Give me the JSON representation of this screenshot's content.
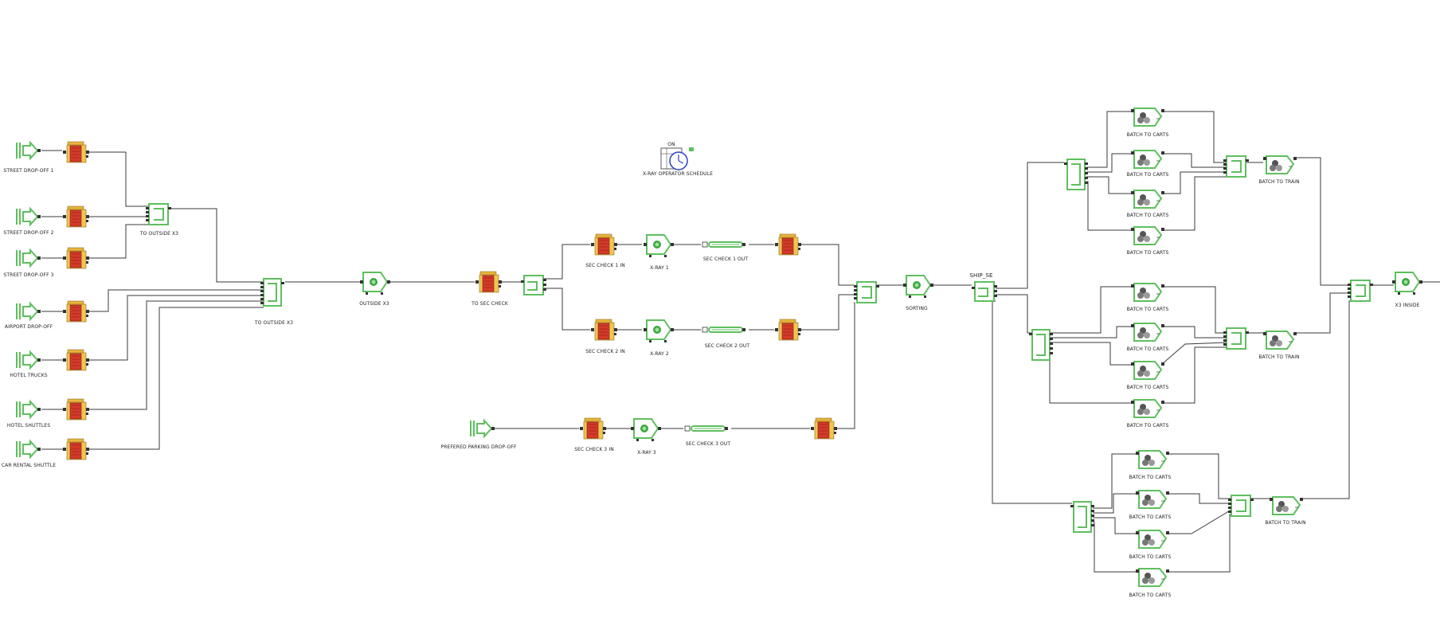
{
  "colors": {
    "block_green": "#5ebf5e",
    "block_green_dark": "#2e8b2e",
    "queue_red": "#d43a2a",
    "queue_yellow": "#e8b43c",
    "wire": "#3a3a3a",
    "clock_blue": "#2a3fbf"
  },
  "schedule": {
    "state": "ON",
    "label": "X-RAY OPERATOR SCHEDULE",
    "icon": "clock-icon"
  },
  "sources": [
    {
      "label": "STREET DROP-OFF 1"
    },
    {
      "label": "STREET DROP-OFF 2"
    },
    {
      "label": "STREET DROP-OFF 3"
    },
    {
      "label": "AIRPORT DROP-OFF"
    },
    {
      "label": "HOTEL TRUCKS"
    },
    {
      "label": "HOTEL SHUTTLES"
    },
    {
      "label": "CAR RENTAL SHUTTLE"
    },
    {
      "label": "PREFERED PARKING DROP-OFF"
    }
  ],
  "merges": [
    {
      "label": "TO OUTSIDE X3"
    },
    {
      "label": "TO OUTSIDE X3"
    },
    {
      "label": ""
    },
    {
      "label": ""
    }
  ],
  "activities": [
    {
      "label": "OUTSIDE X3"
    },
    {
      "label": "X-RAY 1"
    },
    {
      "label": "X-RAY 2"
    },
    {
      "label": "X-RAY 3"
    },
    {
      "label": "SORTING"
    },
    {
      "label": "X3 INSIDE"
    }
  ],
  "queues": [
    {
      "label": "TO SEC CHECK"
    },
    {
      "label": "SEC CHECK 1 IN"
    },
    {
      "label": "SEC CHECK 2 IN"
    },
    {
      "label": "SEC CHECK 3 IN"
    }
  ],
  "conveyors": [
    {
      "label": "SEC CHECK 1 OUT"
    },
    {
      "label": "SEC CHECK 2 OUT"
    },
    {
      "label": "SEC CHECK 3 OUT"
    }
  ],
  "ship": {
    "label": "SHIP_SE"
  },
  "batch_label": "BATCH TO CARTS",
  "train_label": "BATCH TO TRAIN"
}
